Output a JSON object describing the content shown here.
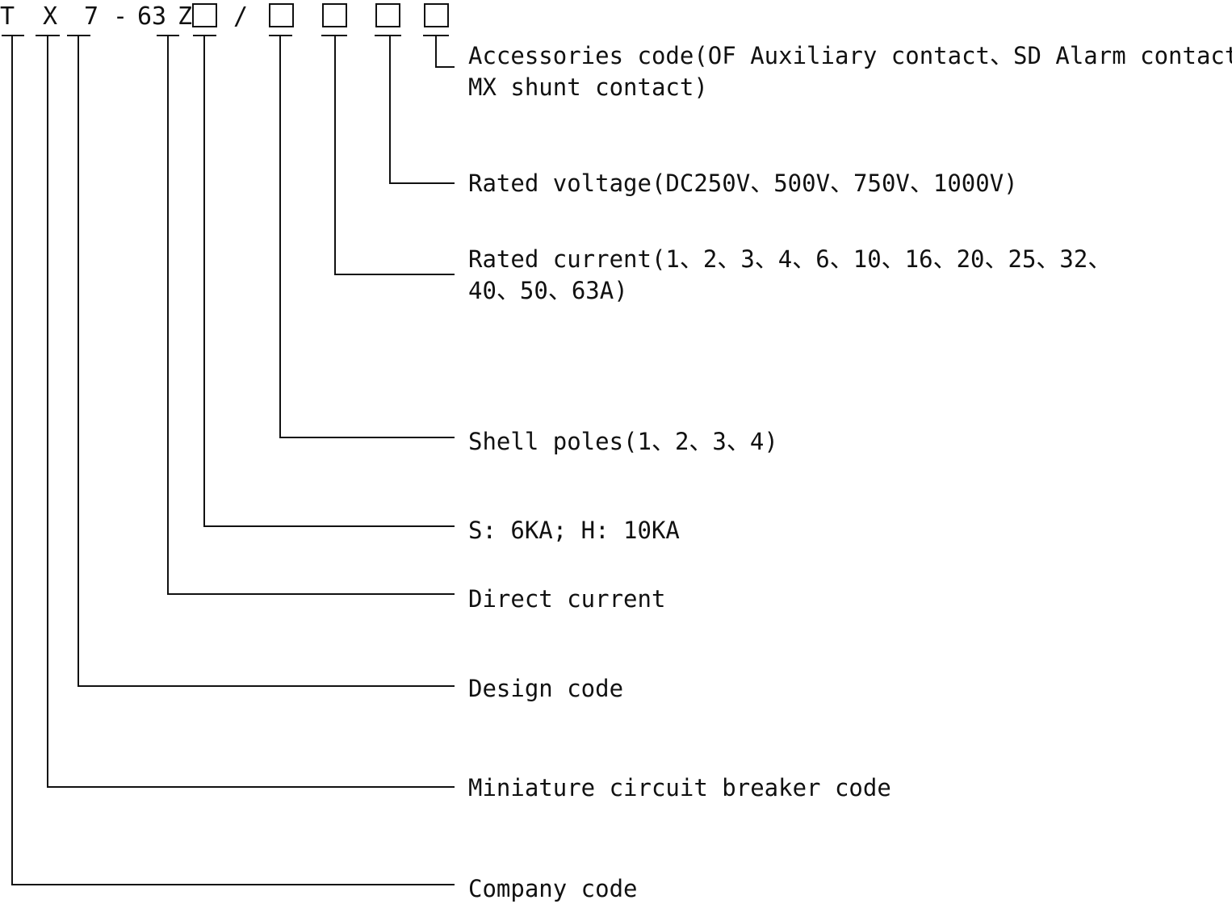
{
  "model_code": {
    "chars": [
      "T",
      "X",
      "7",
      "-",
      "63",
      "Z",
      "/"
    ],
    "boxes": 5
  },
  "labels": {
    "accessories_line1": "Accessories code(OF Auxiliary contact、SD Alarm  contact、",
    "accessories_line2": "MX shunt contact)",
    "rated_voltage": "Rated voltage(DC250V、500V、750V、1000V)",
    "rated_current_line1": "Rated current(1、2、3、4、6、10、16、20、25、32、",
    "rated_current_line2": "40、50、63A)",
    "shell_poles": "Shell poles(1、2、3、4)",
    "breaking_capacity": "S: 6KA; H: 10KA",
    "direct_current": "Direct current",
    "design_code": "Design code",
    "mcb_code": "Miniature circuit breaker code",
    "company_code": "Company code"
  }
}
